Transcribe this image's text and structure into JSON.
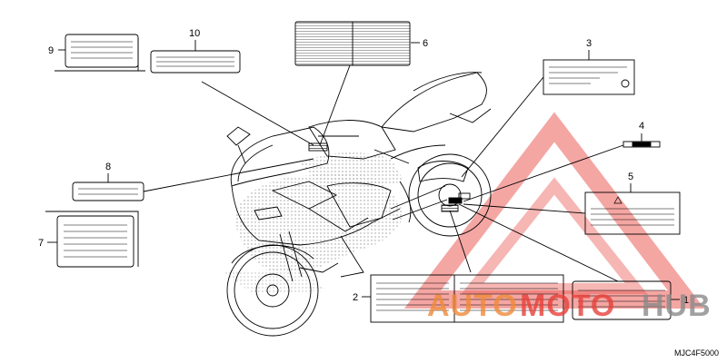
{
  "diagram": {
    "callouts": [
      {
        "id": "callout-1",
        "text": "1"
      },
      {
        "id": "callout-2",
        "text": "2"
      },
      {
        "id": "callout-3",
        "text": "3"
      },
      {
        "id": "callout-4",
        "text": "4"
      },
      {
        "id": "callout-5",
        "text": "5"
      },
      {
        "id": "callout-6",
        "text": "6"
      },
      {
        "id": "callout-7",
        "text": "7"
      },
      {
        "id": "callout-8",
        "text": "8"
      },
      {
        "id": "callout-9",
        "text": "9"
      },
      {
        "id": "callout-10",
        "text": "10"
      }
    ],
    "figure_code": "MJC4F5000"
  },
  "watermark": {
    "text_auto": "AUTO",
    "text_moto": "MOTO",
    "text_hub": "HUB",
    "color_red": "#e8403a",
    "color_gray": "#8a8a8a"
  },
  "colors": {
    "line": "#000000",
    "dot": "#9a9a9a"
  }
}
